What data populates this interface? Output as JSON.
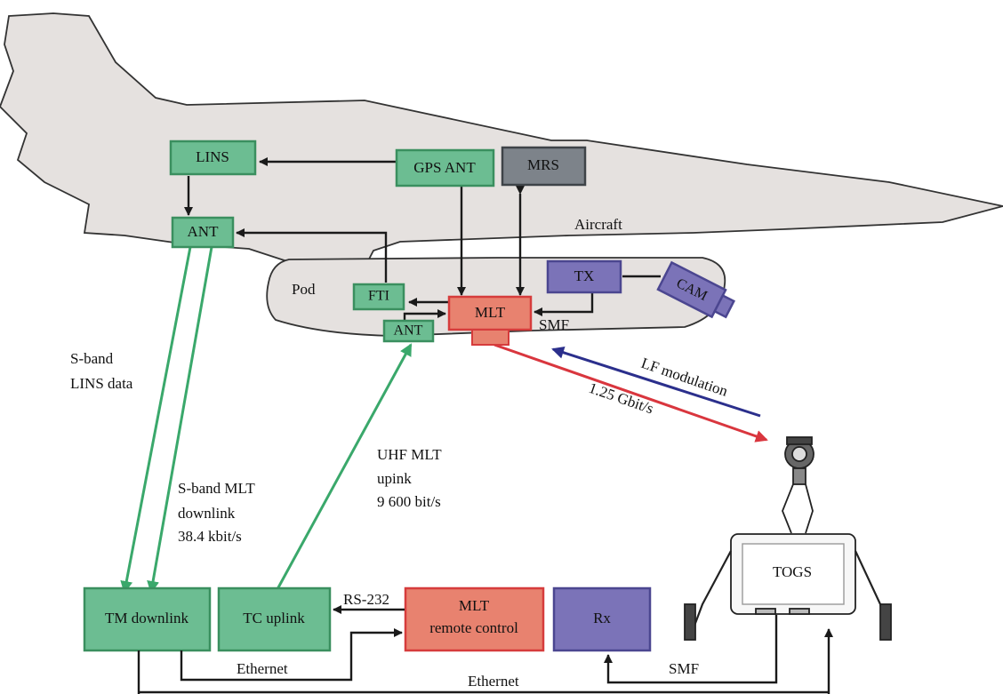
{
  "colors": {
    "aircraft_fill": "#e5e1df",
    "green_box": "#6cbd92",
    "green_border": "#3a8f5f",
    "red_box": "#e8826f",
    "red_border": "#d63c3c",
    "purple_box": "#7b73b8",
    "purple_border": "#4b4690",
    "gray_box": "#7d838a",
    "gray_border": "#3e4348",
    "green_link": "#3aa86b",
    "red_link": "#d9363e",
    "blue_link": "#2b2f8c"
  },
  "aircraft_label": "Aircraft",
  "pod_label": "Pod",
  "boxes": {
    "lins": "LINS",
    "gps_ant": "GPS ANT",
    "mrs": "MRS",
    "ant_aircraft": "ANT",
    "fti": "FTI",
    "mlt": "MLT",
    "tx": "TX",
    "cam": "CAM",
    "ant_pod": "ANT",
    "tm_downlink": "TM downlink",
    "tc_uplink": "TC uplink",
    "mlt_remote_line1": "MLT",
    "mlt_remote_line2": "remote control",
    "rx": "Rx",
    "togs": "TOGS"
  },
  "link_labels": {
    "smf_pod": "SMF",
    "lf_modulation": "LF modulation",
    "gbit": "1.25 Gbit/s",
    "sband_lins_1": "S-band",
    "sband_lins_2": "LINS data",
    "sband_mlt_1": "S-band MLT",
    "sband_mlt_2": "downlink",
    "sband_mlt_3": "38.4 kbit/s",
    "uhf_1": "UHF MLT",
    "uhf_2": "upink",
    "uhf_3": "9 600 bit/s",
    "rs232": "RS-232",
    "ethernet_1": "Ethernet",
    "ethernet_2": "Ethernet",
    "smf_ground": "SMF"
  },
  "icons": {
    "camera": "camera-icon",
    "ground_station": "optical-ground-station-icon"
  }
}
